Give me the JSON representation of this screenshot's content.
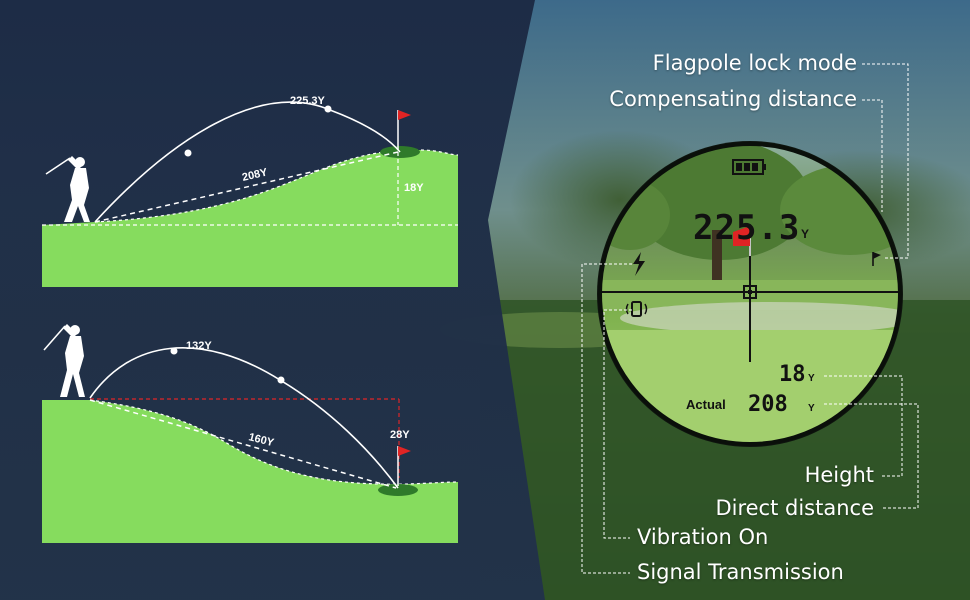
{
  "scenario_uphill": {
    "arc_distance": "225.3Y",
    "line_distance": "208Y",
    "height": "18Y"
  },
  "scenario_downhill": {
    "arc_distance": "132Y",
    "line_distance": "160Y",
    "height": "28Y"
  },
  "scope": {
    "main_readout": "225.3",
    "main_unit": "Y",
    "height_value": "18",
    "height_unit": "Y",
    "actual_label": "Actual",
    "actual_value": "208",
    "actual_unit": "Y"
  },
  "callouts": {
    "flagpole_lock_mode": "Flagpole lock mode",
    "compensating_distance": "Compensating distance",
    "height": "Height",
    "direct_distance": "Direct distance",
    "vibration_on": "Vibration On",
    "signal_transmission": "Signal Transmission"
  },
  "colors": {
    "fairway_green": "#86dc5e",
    "flag_red": "#e02424",
    "dark_panel": "#1d2b45",
    "dashed_red": "#c0272d"
  }
}
